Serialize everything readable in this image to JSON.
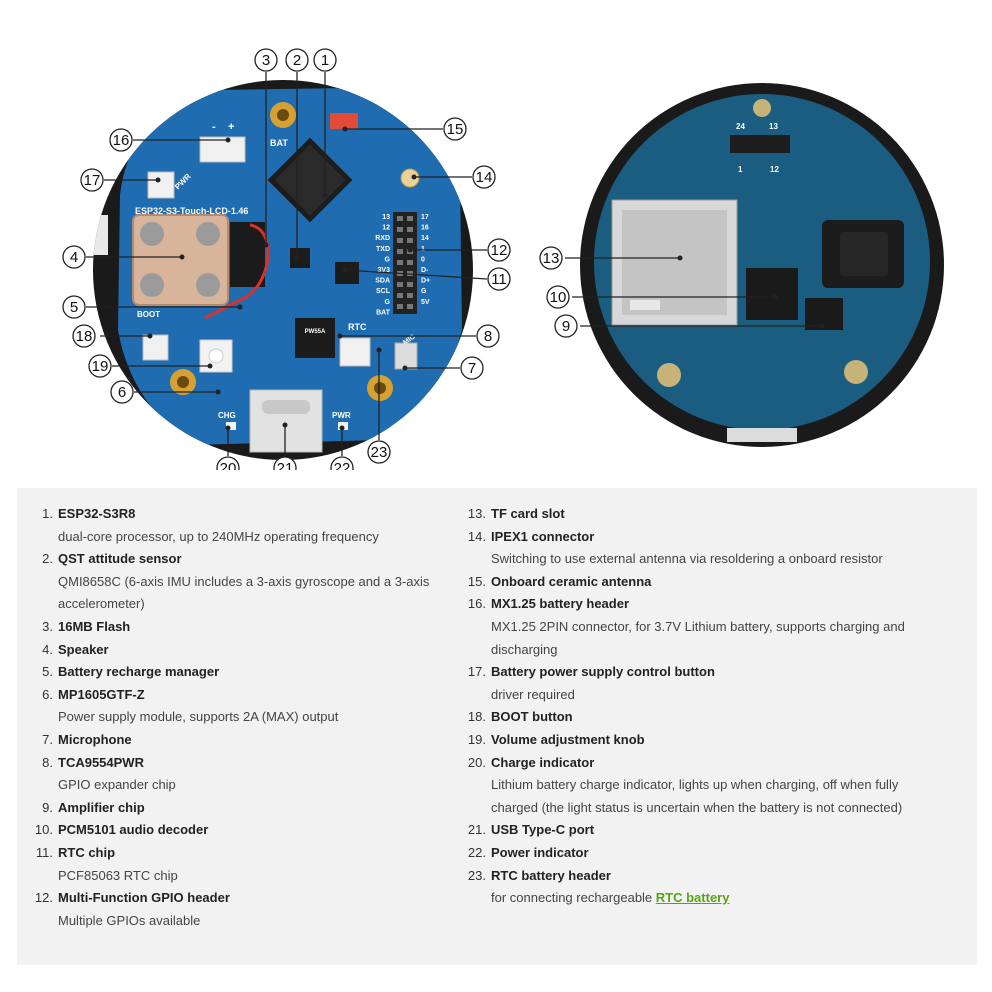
{
  "callouts": {
    "front": [
      "1",
      "2",
      "3",
      "4",
      "5",
      "6",
      "7",
      "8",
      "11",
      "12",
      "14",
      "15",
      "16",
      "17",
      "18",
      "19",
      "20",
      "21",
      "22",
      "23"
    ],
    "back": [
      "9",
      "10",
      "13"
    ]
  },
  "silkscreen": {
    "bat_minus": "-",
    "bat_plus": "+",
    "pwr": "PWR",
    "bat": "BAT",
    "board_name": "ESP32-S3-Touch-LCD-1.46",
    "boot": "BOOT",
    "rtc": "RTC",
    "mic": "MIC",
    "chg": "CHG",
    "pwr_bottom": "PWR",
    "header_left": [
      "13",
      "12",
      "RXD",
      "TXD",
      "G",
      "3V3",
      "SDA",
      "SCL",
      "G",
      "BAT"
    ],
    "header_right": [
      "17",
      "16",
      "14",
      "1",
      "0",
      "D-",
      "D+",
      "G",
      "5V"
    ],
    "chip_marking": "PW55A",
    "back_pin_top_left": "24",
    "back_pin_top_right": "13",
    "back_pin_bottom_left": "1",
    "back_pin_bottom_right": "12"
  },
  "legend": {
    "left": [
      {
        "num": "1.",
        "title": "ESP32-S3R8",
        "desc": [
          "dual-core processor, up to 240MHz operating frequency"
        ]
      },
      {
        "num": "2.",
        "title": "QST attitude sensor",
        "desc": [
          "QMI8658C (6-axis IMU includes a 3-axis gyroscope and a 3-axis",
          "accelerometer)"
        ]
      },
      {
        "num": "3.",
        "title": "16MB Flash",
        "desc": []
      },
      {
        "num": "4.",
        "title": "Speaker",
        "desc": []
      },
      {
        "num": "5.",
        "title": "Battery recharge manager",
        "desc": []
      },
      {
        "num": "6.",
        "title": "MP1605GTF-Z",
        "desc": [
          "Power supply module, supports 2A (MAX) output"
        ]
      },
      {
        "num": "7.",
        "title": "Microphone",
        "desc": []
      },
      {
        "num": "8.",
        "title": "TCA9554PWR",
        "desc": [
          "GPIO expander chip"
        ]
      },
      {
        "num": "9.",
        "title": "Amplifier chip",
        "desc": []
      },
      {
        "num": "10.",
        "title": "PCM5101 audio decoder",
        "desc": []
      },
      {
        "num": "11.",
        "title": "RTC chip",
        "desc": [
          "PCF85063 RTC chip"
        ]
      },
      {
        "num": "12.",
        "title": "Multi-Function GPIO header",
        "desc": [
          "Multiple GPIOs available"
        ]
      }
    ],
    "right": [
      {
        "num": "13.",
        "title": "TF card slot",
        "desc": []
      },
      {
        "num": "14.",
        "title": "IPEX1 connector",
        "desc": [
          "Switching to use external antenna via resoldering a onboard resistor"
        ]
      },
      {
        "num": "15.",
        "title": "Onboard ceramic antenna",
        "desc": []
      },
      {
        "num": "16.",
        "title": "MX1.25 battery header",
        "desc": [
          "MX1.25 2PIN connector, for 3.7V Lithium battery, supports charging and",
          "discharging"
        ]
      },
      {
        "num": "17.",
        "title": "Battery power supply control button",
        "desc": [
          "driver required"
        ]
      },
      {
        "num": "18.",
        "title": "BOOT button",
        "desc": []
      },
      {
        "num": "19.",
        "title": "Volume adjustment knob",
        "desc": []
      },
      {
        "num": "20.",
        "title": "Charge indicator",
        "desc": [
          "Lithium battery charge indicator, lights up when charging, off when fully",
          "charged (the light status is uncertain when the battery is not connected)"
        ]
      },
      {
        "num": "21.",
        "title": "USB Type-C port",
        "desc": []
      },
      {
        "num": "22.",
        "title": "Power indicator",
        "desc": []
      },
      {
        "num": "23.",
        "title": "RTC battery header",
        "desc": []
      }
    ],
    "item23_desc_prefix": "for connecting rechargeable ",
    "item23_link": "RTC battery"
  },
  "colors": {
    "pcb": "#1f6cb0",
    "pcb_dark": "#17548c",
    "back_pcb": "#1b5d80",
    "bezel": "#1a1a1a",
    "link": "#5aa515",
    "panel_bg": "#f2f2f2"
  }
}
